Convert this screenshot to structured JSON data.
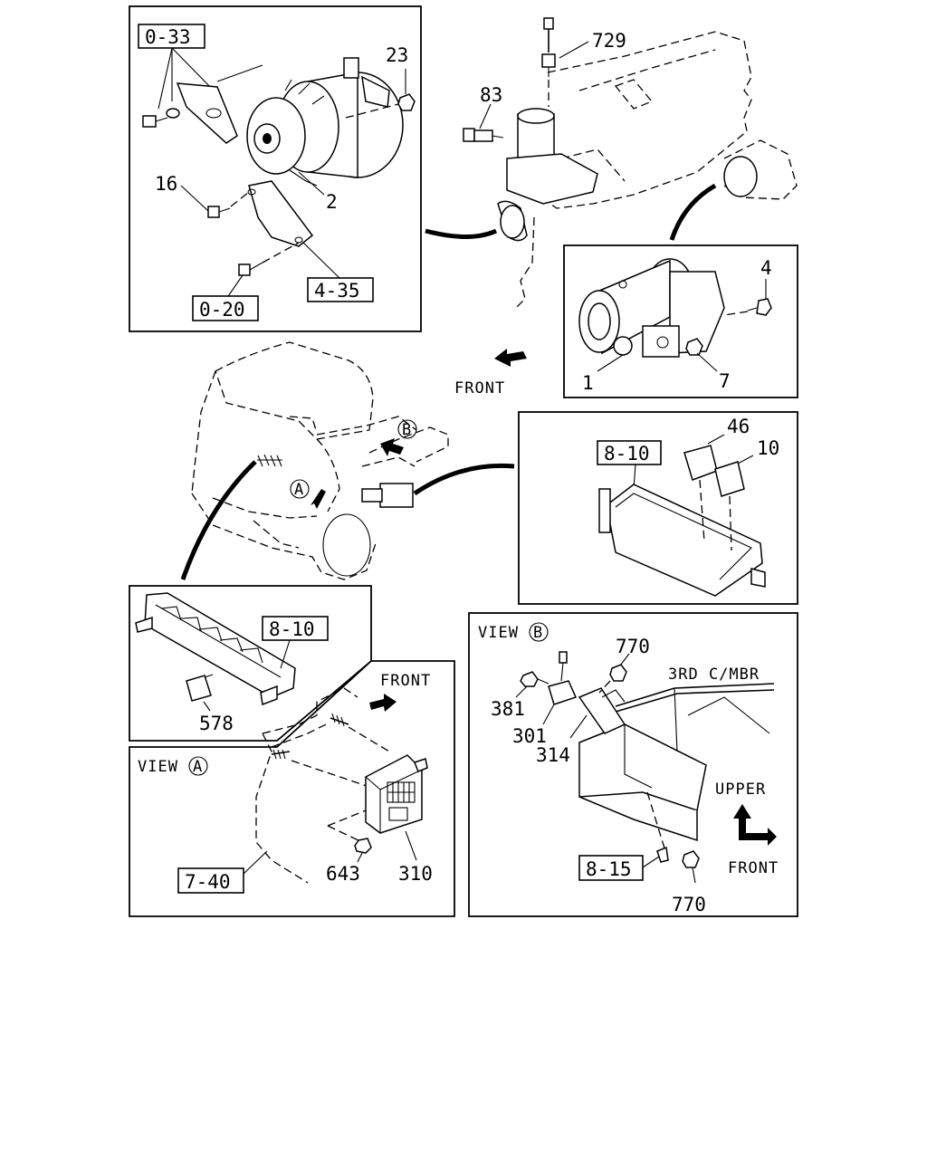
{
  "refs": {
    "r0_33": "0-33",
    "r0_20": "0-20",
    "r4_35": "4-35",
    "r8_10a": "8-10",
    "r8_10b": "8-10",
    "r7_40": "7-40",
    "r8_15": "8-15"
  },
  "callouts": {
    "c23": "23",
    "c16": "16",
    "c2": "2",
    "c729": "729",
    "c83": "83",
    "c4": "4",
    "c1": "1",
    "c7": "7",
    "c46": "46",
    "c10": "10",
    "c578": "578",
    "c643": "643",
    "c310": "310",
    "c770a": "770",
    "c381": "381",
    "c301": "301",
    "c314": "314",
    "c770b": "770"
  },
  "texts": {
    "front1": "FRONT",
    "front2": "FRONT",
    "front3": "FRONT",
    "upper": "UPPER",
    "view_a": "VIEW",
    "view_b": "VIEW",
    "letter_a": "A",
    "letter_b": "B",
    "truck_a": "A",
    "truck_b": "B",
    "member": "3RD C/MBR"
  }
}
